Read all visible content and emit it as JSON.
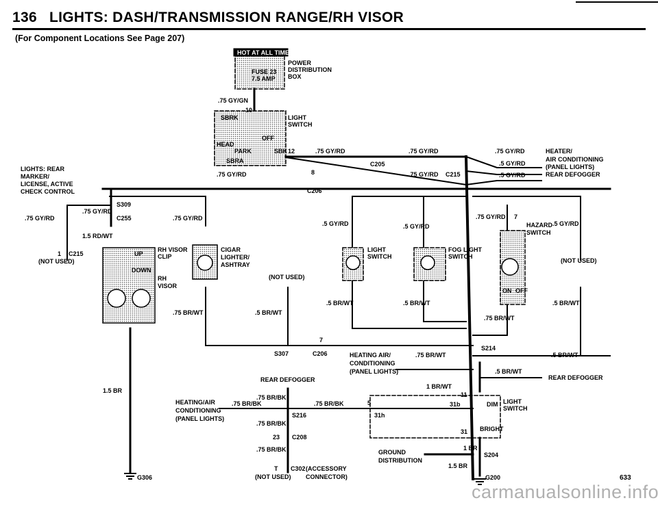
{
  "header": {
    "page_number": "136",
    "title": "LIGHTS: DASH/TRANSMISSION RANGE/RH VISOR",
    "subtitle": "(For Component Locations See Page 207)"
  },
  "labels": {
    "hot_at_all_times": "HOT AT ALL TIMES",
    "power": "POWER",
    "distribution": "DISTRIBUTION",
    "box": "BOX",
    "fuse": "FUSE 23",
    "fuse_amp": "7.5 AMP",
    "w_075_gy_gn": ".75 GY/GN",
    "pin_10": "10",
    "light": "LIGHT",
    "switch": "SWITCH",
    "sbrk": "SBRK",
    "head": "HEAD",
    "park": "PARK",
    "off": "OFF",
    "sbrk2": "SBRA",
    "pin_12": "12",
    "sbk": "SBK",
    "w_075_gy_rd": ".75 GY/RD",
    "w_05_gy_rd": ".5 GY/RD",
    "c205": "C205",
    "c206": "C206",
    "c215_top": "C215",
    "pin_8": "8",
    "heater": "HEATER/",
    "air_cond": "AIR CONDITIONING",
    "panel_lights": "(PANEL LIGHTS)",
    "rear_defogger": "REAR DEFOGGER",
    "lights_rear": "LIGHTS: REAR",
    "marker": "MARKER/",
    "license_active": "LICENSE, ACTIVE",
    "check_control": "CHECK CONTROL",
    "s309": "S309",
    "c255": "C255",
    "w_15_rd_wt": "1.5 RD/WT",
    "pin_1": "1",
    "c215": "C215",
    "not_used": "(NOT USED)",
    "rh_visor": "RH VISOR",
    "clip": "CLIP",
    "up": "UP",
    "down": "DOWN",
    "rh": "RH",
    "visor": "VISOR",
    "cigar": "CIGAR",
    "lighter": "LIGHTER/",
    "ashtray": "ASHTRAY",
    "fog_light": "FOG LIGHT",
    "hazard": "HAZARD",
    "on": "ON",
    "w_075_br_wt": ".75 BR/WT",
    "w_05_br_wt": ".5 BR/WT",
    "pin_7": "7",
    "s307": "S307",
    "heating_air": "HEATING AIR/",
    "conditioning": "CONDITIONING",
    "s214": "S214",
    "w_1_br_wt": "1 BR/WT",
    "pin_11": "11",
    "dim": "DIM",
    "bright": "BRIGHT",
    "pin_31": "31",
    "pin_31b": "31b",
    "pin_5": "5",
    "pin_31h": "31h",
    "w_075_br_bk": ".75 BR/BK",
    "heating_air2": "HEATING/AIR",
    "s216": "S216",
    "pin_23": "23",
    "c208": "C208",
    "pin_t": "T",
    "c302": "C302",
    "accessory": "(ACCESSORY",
    "connector": "CONNECTOR)",
    "w_1_br": "1 BR",
    "w_15_br": "1.5 BR",
    "ground": "GROUND",
    "s204": "S204",
    "g200": "G200",
    "g306": "G306",
    "page_ref": "633"
  },
  "watermark": "carmanualsonline.info"
}
